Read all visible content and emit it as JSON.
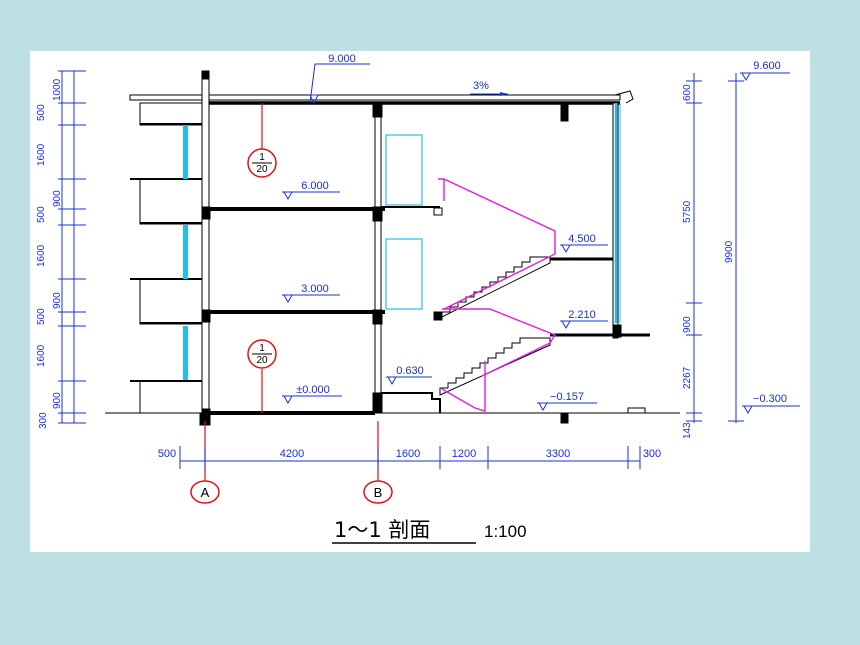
{
  "drawing": {
    "title_main": "1～1 剖面",
    "title_scale": "1:100",
    "elevations": {
      "roof_top": "9.000",
      "roof_slope": "3%",
      "parapet_top": "9.600",
      "floor_3": "6.000",
      "landing_upper": "4.500",
      "floor_2": "3.000",
      "landing_lower": "2.210",
      "entry_step": "0.630",
      "ground_floor": "±0.000",
      "outdoor_step": "−0.157",
      "outdoor_ground": "−0.300"
    },
    "detail_callouts": [
      {
        "num": "1",
        "sheet": "20"
      },
      {
        "num": "1",
        "sheet": "20"
      }
    ],
    "axes": [
      "A",
      "B"
    ],
    "left_dimensions": [
      "300",
      "900",
      "1600",
      "500",
      "900",
      "1600",
      "500",
      "900",
      "1600",
      "500",
      "1000"
    ],
    "right_dimensions": [
      "143",
      "2267",
      "900",
      "5750",
      "600"
    ],
    "right_total": "9900",
    "bottom_dimensions": [
      "500",
      "4200",
      "1600",
      "1200",
      "3300",
      "300"
    ]
  }
}
